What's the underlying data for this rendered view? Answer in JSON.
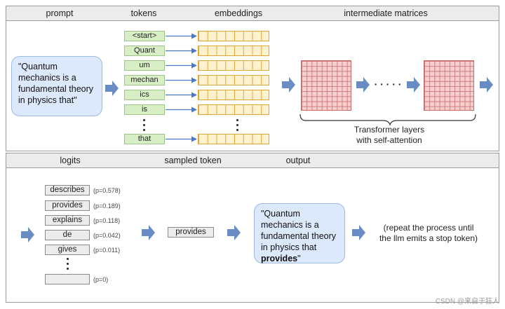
{
  "top_headers": {
    "prompt": "prompt",
    "tokens": "tokens",
    "embeddings": "embeddings",
    "intermediate": "intermediate matrices"
  },
  "bottom_headers": {
    "logits": "logits",
    "sampled": "sampled token",
    "output": "output"
  },
  "prompt_text": "\"Quantum mechanics is a fundamental theory in physics that\"",
  "tokens": [
    "<start>",
    "Quant",
    "um",
    "mechan",
    "ics",
    "is",
    "that"
  ],
  "ellipsis": "· · · · ·",
  "transformer_caption": {
    "line1": "Transformer layers",
    "line2": "with self-attention"
  },
  "logits": [
    {
      "token": "describes",
      "p": "(p=0.578)"
    },
    {
      "token": "provides",
      "p": "(p=0.189)"
    },
    {
      "token": "explains",
      "p": "(p=0.118)"
    },
    {
      "token": "de",
      "p": "(p=0.042)"
    },
    {
      "token": "gives",
      "p": "(p=0.011)"
    },
    {
      "token": "",
      "p": "(p=0)"
    }
  ],
  "sampled_token": "provides",
  "output": {
    "text": "\"Quantum mechanics is a fundamental theory in physics that ",
    "bold": "provides",
    "close": "\""
  },
  "repeat_note": {
    "line1": "(repeat the process until",
    "line2": "the llm emits a stop token)"
  },
  "watermark": "CSDN @来自于狂人",
  "colors": {
    "arrow": "#6a8cc4",
    "token_fill": "#d8efc6",
    "embedding_fill": "#fff2cf",
    "matrix_fill": "#f6cece",
    "bubble_fill": "#dce8fb"
  }
}
